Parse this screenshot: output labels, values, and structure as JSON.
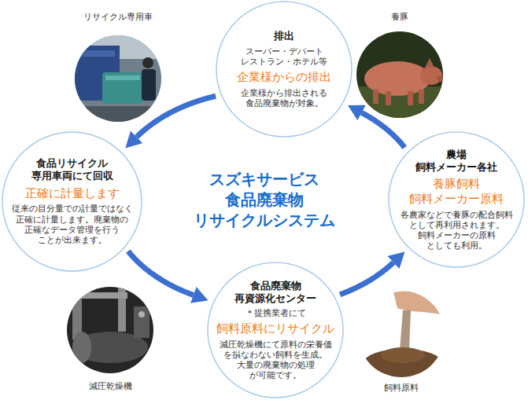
{
  "diagram": {
    "title": "スズキサービス 食品廃棄物 リサイクルシステム",
    "nodes": [
      {
        "text": [
          "排出",
          "スーパー・デパート レストラン・ホテル等",
          "企業様からの排出",
          "企業様から排出される 食品廃棄物が対象。"
        ]
      },
      {
        "text": [
          "食品リサイクル 専用車両にて回収",
          "正確に計量します",
          "従来の目分量での計量ではなく 正確に計量します。廃棄物の 正確なデータ管理を行う ことが出来ます。"
        ]
      },
      {
        "text": [
          "食品廃棄物 再資源化センター",
          "＊提携業者にて",
          "飼料原料にリサイクル",
          "減圧乾燥機にて原料の栄養価 を損なわない飼料を生成。 大量の廃棄物の処理 が可能です。"
        ]
      },
      {
        "text": [
          "農場 飼料メーカー各社",
          "養豚飼料 飼料メーカー原料",
          "各農家などで養豚の配合飼料 として再利用されます。 飼料メーカーの原料 としても利用。"
        ]
      }
    ],
    "edges": [
      {
        "from": 0,
        "to": 1,
        "arrow": "to"
      },
      {
        "from": 1,
        "to": 2,
        "arrow": "to"
      },
      {
        "from": 2,
        "to": 3,
        "arrow": "to"
      },
      {
        "from": 3,
        "to": 0,
        "arrow": "to"
      }
    ],
    "labels": [
      "リサイクル専用車",
      "養豚",
      "減圧乾燥機",
      "飼料原料"
    ]
  }
}
